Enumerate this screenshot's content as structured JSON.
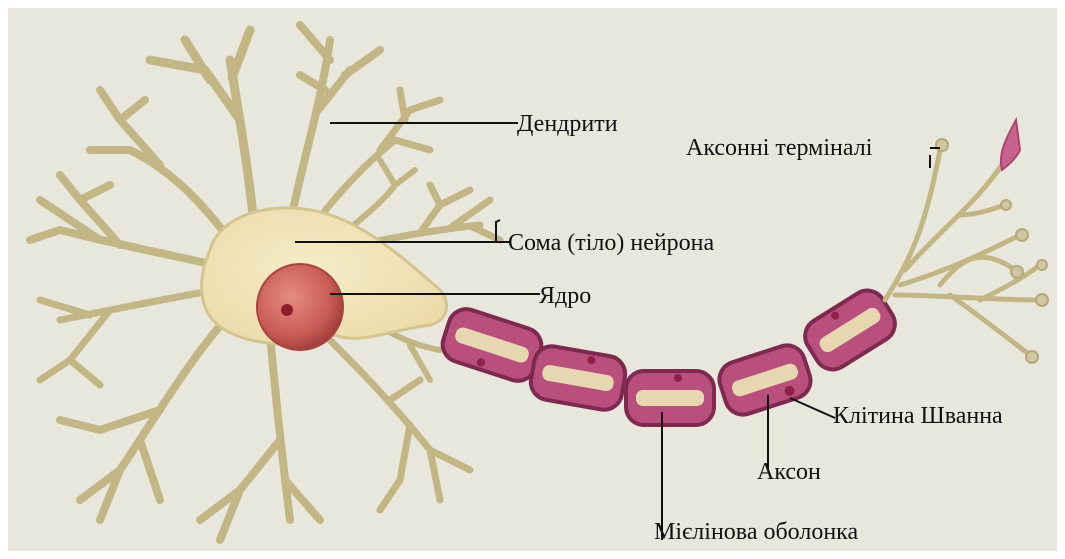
{
  "labels": {
    "dendrites": "Дендрити",
    "axon_terminals": "Аксонні терміналі",
    "soma": "Сома (тіло) нейрона",
    "nucleus": "Ядро",
    "schwann_cell": "Клітина Шванна",
    "axon": "Аксон",
    "myelin_sheath": "Мієлінова оболонка"
  },
  "colors": {
    "background": "#e8e7dc",
    "cell_body": "#f1e2b4",
    "dendrite_stroke": "#c2b684",
    "nucleus": "#c85c55",
    "nucleolus": "#8e1f24",
    "myelin": "#b84f7c",
    "myelin_edge": "#7e2a50",
    "axon_core": "#e7d7b0",
    "terminal_pink": "#c7638e",
    "leader_line": "#111111"
  }
}
